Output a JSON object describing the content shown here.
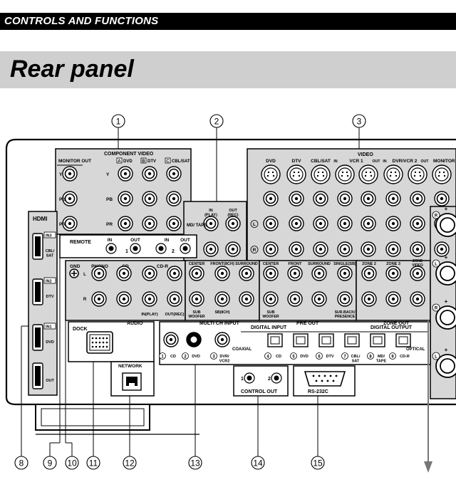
{
  "header": {
    "section_title": "CONTROLS AND FUNCTIONS"
  },
  "page_title": "Rear panel",
  "callouts": [
    "1",
    "2",
    "3",
    "8",
    "9",
    "10",
    "11",
    "12",
    "13",
    "14",
    "15"
  ],
  "component_video": {
    "title": "COMPONENT VIDEO",
    "monitor_out": "MONITOR OUT",
    "inputs": [
      {
        "letter": "A",
        "name": "DVD"
      },
      {
        "letter": "B",
        "name": "DTV"
      },
      {
        "letter": "C",
        "name": "CBL/SAT"
      }
    ],
    "rows": [
      "Y",
      "PB",
      "PR"
    ]
  },
  "md_tape": {
    "label": "MD/ TAPE",
    "in": "IN (PLAY)",
    "out": "OUT (REC)"
  },
  "video": {
    "title": "VIDEO",
    "inputs": [
      "DVD",
      "DTV",
      "CBL/SAT",
      "VCR 1",
      "DVR/VCR 2"
    ],
    "in_out": [
      "IN",
      "OUT"
    ],
    "monitor": "MONITOR",
    "side_marks": [
      "L",
      "R"
    ]
  },
  "hdmi": {
    "title": "HDMI",
    "ports": [
      {
        "tag": "IN3",
        "label": "CBL/ SAT"
      },
      {
        "tag": "IN2",
        "label": "DTV"
      },
      {
        "tag": "IN1",
        "label": "DVD"
      },
      {
        "tag": "",
        "label": "OUT"
      }
    ]
  },
  "remote": {
    "title": "REMOTE",
    "in": "IN",
    "out": "OUT",
    "nums": [
      "1",
      "2"
    ]
  },
  "audio": {
    "title": "AUDIO",
    "gnd": "GND",
    "cols": [
      "PHONO",
      "CD",
      "CD-R"
    ],
    "sub": [
      "IN(PLAY)",
      "OUT(REC)"
    ],
    "lr": [
      "L",
      "R"
    ]
  },
  "multi_ch": {
    "title": "MULTI CH INPUT",
    "top": [
      "CENTER",
      "FRONT(8CH)",
      "SURROUND"
    ],
    "bottom": [
      "SUB WOOFER",
      "SB(8CH)"
    ]
  },
  "pre_out": {
    "title": "PRE OUT",
    "top": [
      "CENTER",
      "FRONT",
      "SURROUND",
      "SINGLE(SB)"
    ],
    "bottom": [
      "SUB WOOFER",
      "SUR.BACK/ PRESENCE"
    ]
  },
  "zone_out": {
    "title": "ZONE OUT",
    "labels": [
      "ZONE 2",
      "ZONE 3",
      "ZONE VIDEO"
    ]
  },
  "dock": {
    "title": "DOCK"
  },
  "network": {
    "title": "NETWORK"
  },
  "digital_input": {
    "title": "DIGITAL INPUT",
    "coaxial": "COAXIAL",
    "coax_ports": [
      {
        "n": "1",
        "label": "CD"
      },
      {
        "n": "2",
        "label": "DVD"
      },
      {
        "n": "3",
        "label": "DVR/ VCR2"
      }
    ],
    "optical_ports": [
      {
        "n": "4",
        "label": "CD"
      },
      {
        "n": "5",
        "label": "DVD"
      },
      {
        "n": "6",
        "label": "DTV"
      },
      {
        "n": "7",
        "label": "CBL/ SAT"
      },
      {
        "n": "8",
        "label": "MD/ TAPE"
      }
    ]
  },
  "digital_output": {
    "title": "DIGITAL OUTPUT",
    "optical": "OPTICAL",
    "port": {
      "n": "9",
      "label": "CD-R"
    }
  },
  "control_out": {
    "title": "CONTROL OUT",
    "nums": [
      "1",
      "2"
    ]
  },
  "rs232c": {
    "title": "RS-232C"
  },
  "speaker_marks": [
    "R",
    "L",
    "R",
    "L"
  ]
}
